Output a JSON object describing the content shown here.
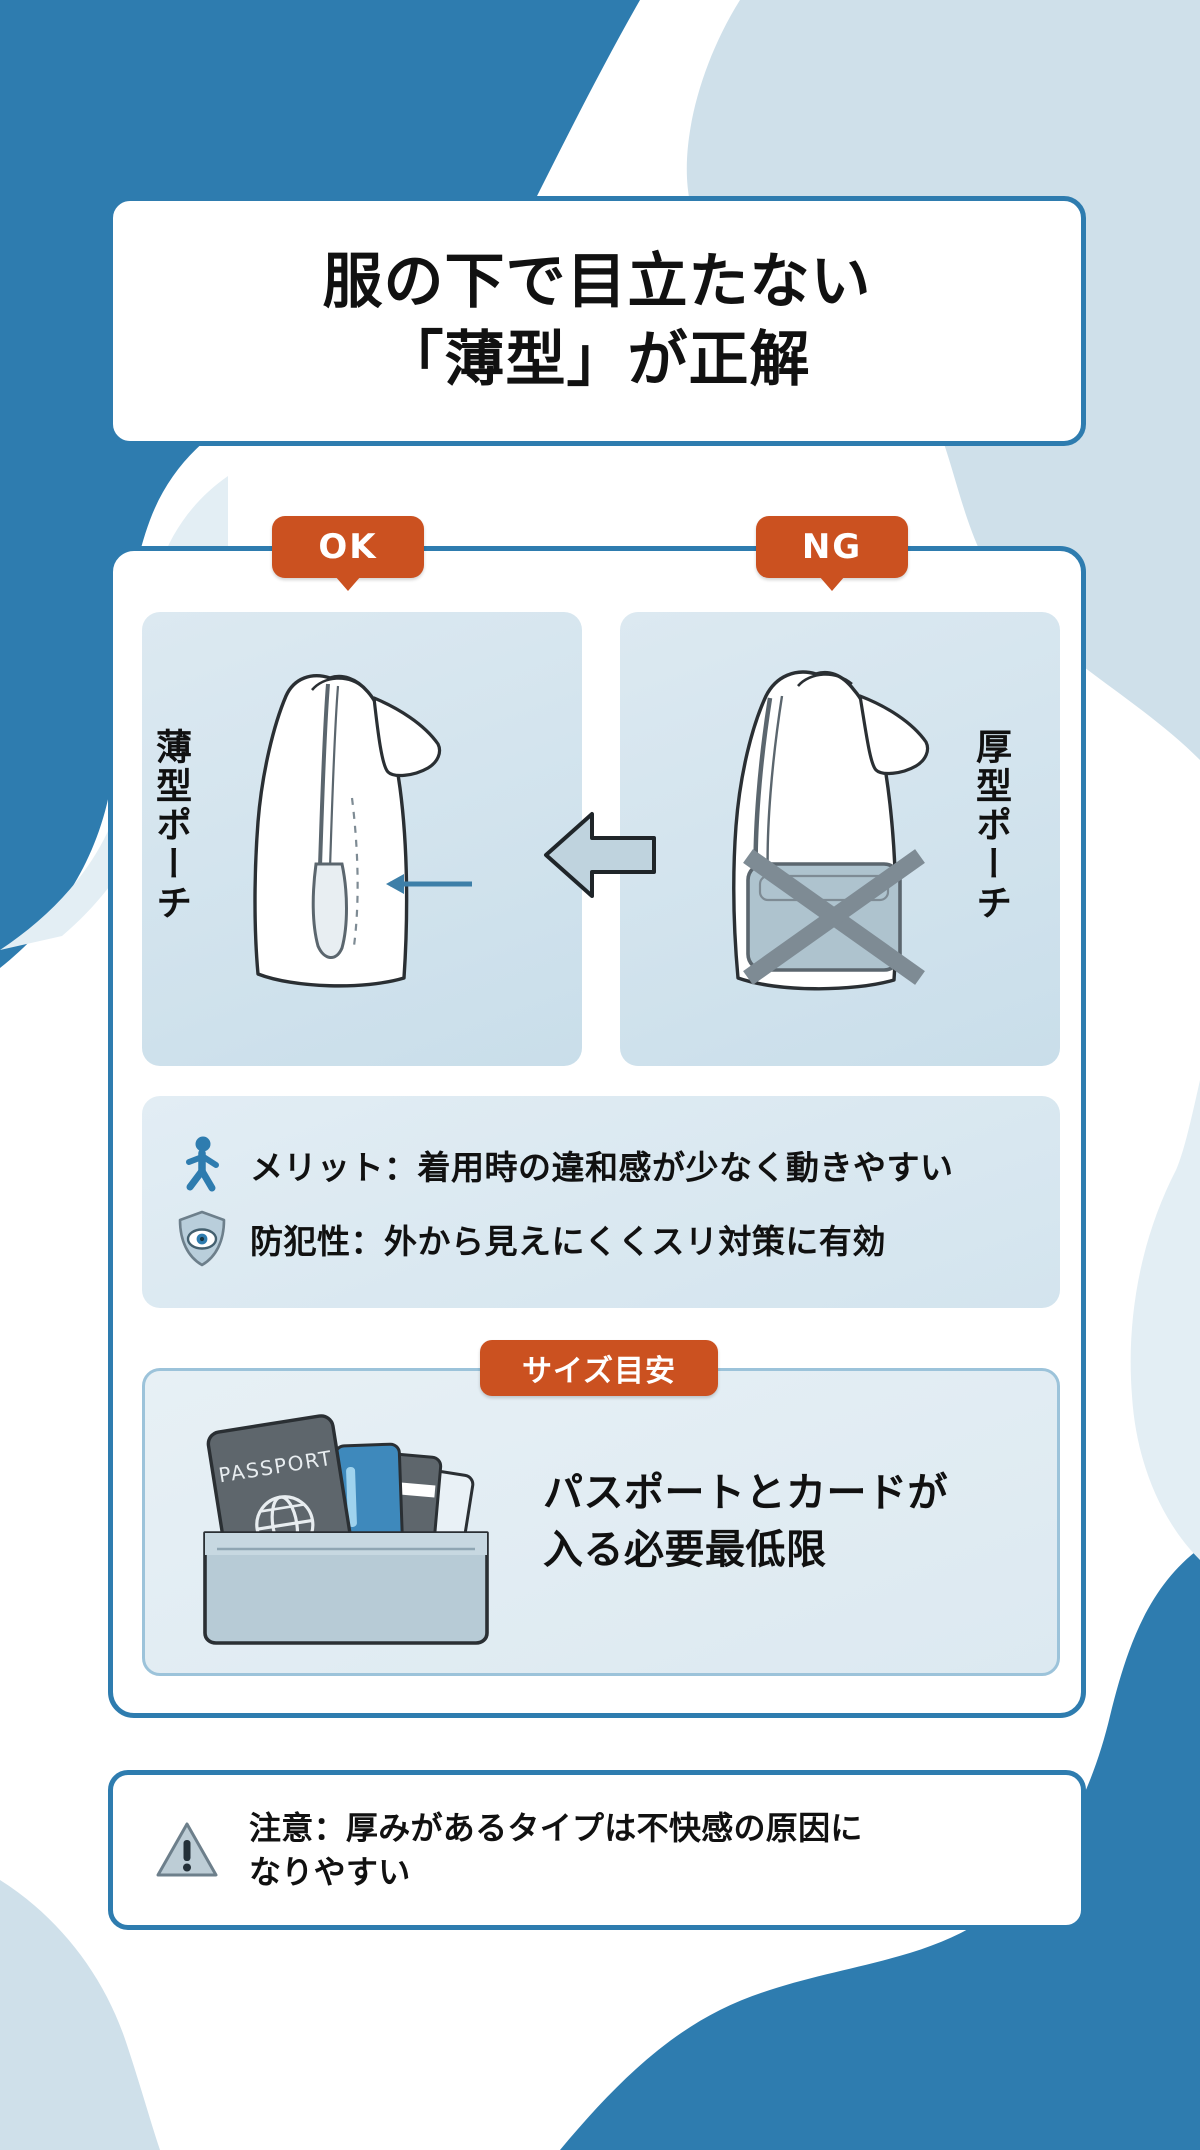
{
  "title": {
    "line1": "服の下で目立たない",
    "line2": "「薄型」が正解"
  },
  "comparison": {
    "ok_badge": "OK",
    "ng_badge": "NG",
    "ok_label": "薄型ポーチ",
    "ng_label": "厚型ポーチ"
  },
  "benefits": [
    {
      "icon": "walking-person-icon",
      "text": "メリット：着用時の違和感が少なく動きやすい"
    },
    {
      "icon": "shield-eye-icon",
      "text": "防犯性：外から見えにくくスリ対策に有効"
    }
  ],
  "size_guide": {
    "badge": "サイズ目安",
    "line1": "パスポートとカードが",
    "line2": "入る必要最低限",
    "passport_label": "PASSPORT"
  },
  "footer": {
    "icon": "warning-triangle-icon",
    "line1": "注意：厚みがあるタイプは不快感の原因に",
    "line2": "なりやすい"
  },
  "colors": {
    "brand_blue": "#2E7CAF",
    "pale_blue": "#CFE0EA",
    "accent_orange": "#CB5120",
    "panel_blue": "#D3E4EE",
    "ink": "#111111",
    "gray": "#7E8B94"
  }
}
